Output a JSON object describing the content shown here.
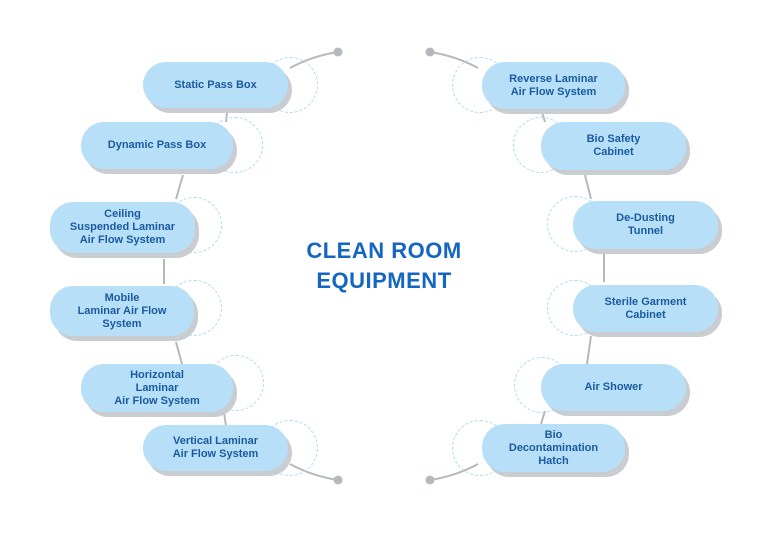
{
  "diagram": {
    "title": "CLEAN ROOM\nEQUIPMENT",
    "left_items": [
      "Static Pass Box",
      "Dynamic Pass Box",
      "Ceiling\nSuspended Laminar\nAir Flow System",
      "Mobile\nLaminar Air Flow\nSystem",
      "Horizontal\nLaminar\nAir Flow System",
      "Vertical Laminar\nAir Flow System"
    ],
    "right_items": [
      "Reverse Laminar\nAir Flow System",
      "Bio Safety\nCabinet",
      "De-Dusting\nTunnel",
      "Sterile Garment\nCabinet",
      "Air Shower",
      "Bio\nDecontamination\nHatch"
    ],
    "colors": {
      "pill_fill": "#b7e0f8",
      "pill_text": "#1c5aa0",
      "title_text": "#1566c0",
      "connector": "#b5b8bd",
      "ring": "#a9dcf3"
    }
  }
}
